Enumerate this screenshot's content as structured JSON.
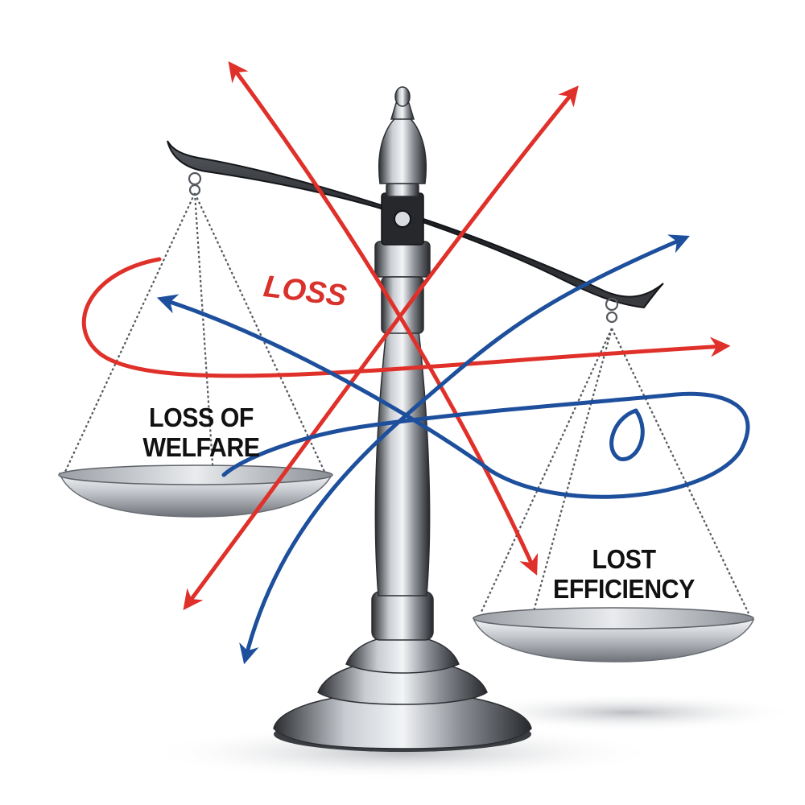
{
  "labels": {
    "loss": "LOSS",
    "loss_of_welfare": [
      "LOSS OF",
      "WELFARE"
    ],
    "lost_efficiency": [
      "LOST",
      "EFFICIENCY"
    ]
  },
  "colors": {
    "red_arrow": "#e0302a",
    "blue_arrow": "#1d4f9c",
    "label_red": "#d9312b",
    "label_dark": "#111111",
    "metal_dark": "#2a2c30",
    "metal_light": "#f2f4f6",
    "background": "#ffffff"
  },
  "icons": {
    "scale": "balance-scale-icon",
    "arrows": "arrow-icon"
  }
}
